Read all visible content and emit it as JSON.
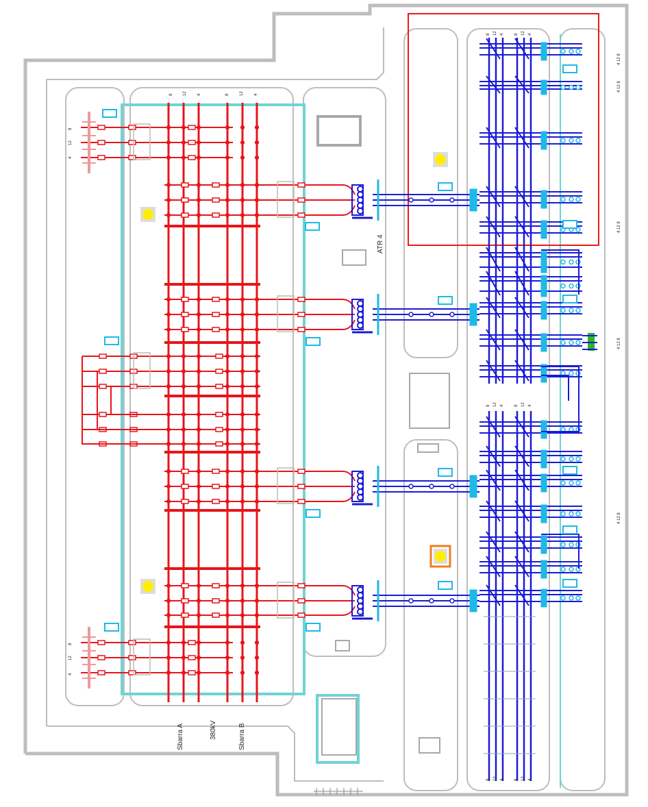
{
  "labels": {
    "transformer": "ATR 4",
    "busbar_a": "Sbarra A",
    "voltage": "380kV",
    "busbar_b": "Sbarra B"
  },
  "bay_numbers": [
    "8",
    "12",
    "4"
  ],
  "rotated_bay_numbers": "4 12 8",
  "colors": {
    "hv_red": "#e8141b",
    "lv_blue": "#1a1ad6",
    "aux_cyan": "#1fb8e8",
    "boundary_teal": "#6fd3d3",
    "outline_gray": "#bdbdbd",
    "highlight_red": "#e81a1a",
    "highlight_orange": "#f07d1f",
    "lamp_yellow": "#ffee00",
    "green_device": "#2db52d"
  }
}
